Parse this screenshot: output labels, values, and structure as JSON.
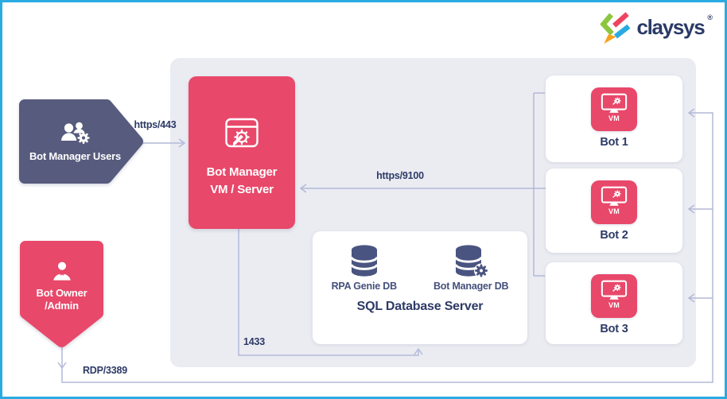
{
  "logo": {
    "text": "claysys",
    "registered_mark": "®"
  },
  "colors": {
    "accent_pink": "#e8486a",
    "slate": "#575b7d",
    "navy_text": "#2d3a66",
    "db_label": "#44507c",
    "panel_gray": "#ebecf2",
    "connector_line": "#b3b9d7",
    "frame_border_blue": "#29abe2",
    "logo_green": "#8dc63f",
    "logo_cyan": "#29abe2",
    "logo_orange": "#f9a11b",
    "logo_red": "#ee4460"
  },
  "nodes": {
    "users": {
      "label": "Bot Manager Users",
      "icon": "users-gear-icon"
    },
    "owner": {
      "label_line1": "Bot Owner",
      "label_line2": "/Admin",
      "icon": "person-icon"
    },
    "bot_manager": {
      "label_line1": "Bot Manager",
      "label_line2": "VM / Server",
      "icon": "app-window-gear-icon"
    },
    "sql_server": {
      "title": "SQL Database Server",
      "databases": [
        {
          "label": "RPA Genie DB",
          "icon": "database-icon"
        },
        {
          "label": "Bot Manager DB",
          "icon": "database-gear-icon"
        }
      ]
    },
    "bots": [
      {
        "label": "Bot 1",
        "vm_label": "VM",
        "icon": "vm-monitor-icon"
      },
      {
        "label": "Bot 2",
        "vm_label": "VM",
        "icon": "vm-monitor-icon"
      },
      {
        "label": "Bot 3",
        "vm_label": "VM",
        "icon": "vm-monitor-icon"
      }
    ]
  },
  "connections": [
    {
      "label": "https/443",
      "from": "Bot Manager Users",
      "to": "Bot Manager VM / Server"
    },
    {
      "label": "https/9100",
      "from": "Bots",
      "to": "Bot Manager VM / Server"
    },
    {
      "label": "1433",
      "from": "Bot Manager VM / Server",
      "to": "SQL Database Server"
    },
    {
      "label": "RDP/3389",
      "from": "Bot Owner /Admin",
      "to": "Bots"
    }
  ]
}
